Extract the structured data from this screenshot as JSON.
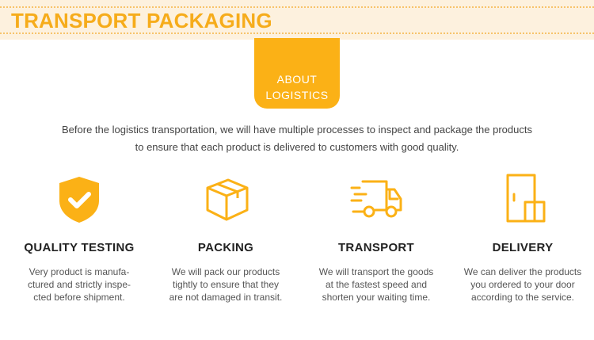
{
  "header": {
    "title": "TRANSPORT PACKAGING"
  },
  "badge": {
    "line1": "ABOUT",
    "line2": "LOGISTICS"
  },
  "intro": {
    "line1": "Before the logistics transportation, we will have multiple processes to inspect and package the products",
    "line2": "to ensure that each product is delivered to customers with good quality."
  },
  "features": [
    {
      "icon": "shield-check-icon",
      "title": "QUALITY TESTING",
      "desc": [
        "Very product is manufa-",
        "ctured and strictly inspe-",
        "cted before shipment."
      ]
    },
    {
      "icon": "box-icon",
      "title": "PACKING",
      "desc": [
        "We will pack our products",
        "tightly to ensure that they",
        "are not damaged in transit."
      ]
    },
    {
      "icon": "truck-icon",
      "title": "TRANSPORT",
      "desc": [
        "We will transport the goods",
        "at the fastest speed and",
        "shorten your waiting time."
      ]
    },
    {
      "icon": "door-delivery-icon",
      "title": "DELIVERY",
      "desc": [
        "We can deliver the products",
        "you ordered to your door",
        "according to the service."
      ]
    }
  ],
  "colors": {
    "accent": "#fbb116",
    "header_bg": "#fdf1de",
    "title_orange": "#f6ac1b"
  }
}
